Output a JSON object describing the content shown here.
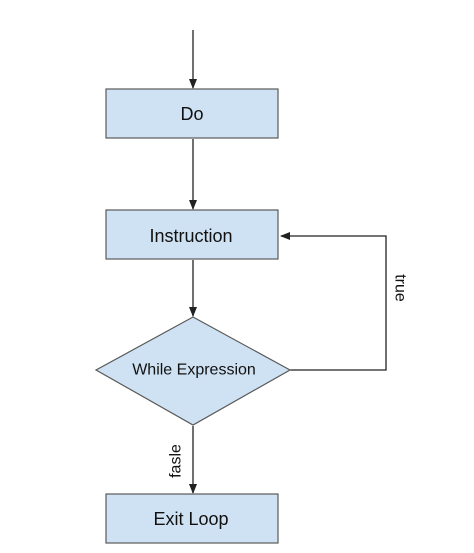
{
  "diagram": {
    "nodes": {
      "do": {
        "label": "Do",
        "shape": "rectangle"
      },
      "instruction": {
        "label": "Instruction",
        "shape": "rectangle"
      },
      "condition": {
        "label": "While Expression",
        "shape": "diamond"
      },
      "exit": {
        "label": "Exit Loop",
        "shape": "rectangle"
      }
    },
    "edges": {
      "entry": {
        "from": "",
        "to": "do",
        "label": ""
      },
      "do_to_instruction": {
        "from": "do",
        "to": "instruction",
        "label": ""
      },
      "instruction_to_condition": {
        "from": "instruction",
        "to": "condition",
        "label": ""
      },
      "true_loop": {
        "from": "condition",
        "to": "instruction",
        "label": "true"
      },
      "false_exit": {
        "from": "condition",
        "to": "exit",
        "label": "fasle"
      }
    },
    "colors": {
      "node_fill": "#cfe2f3",
      "node_stroke": "#595959",
      "edge_stroke": "#222222",
      "text": "#111111"
    }
  }
}
